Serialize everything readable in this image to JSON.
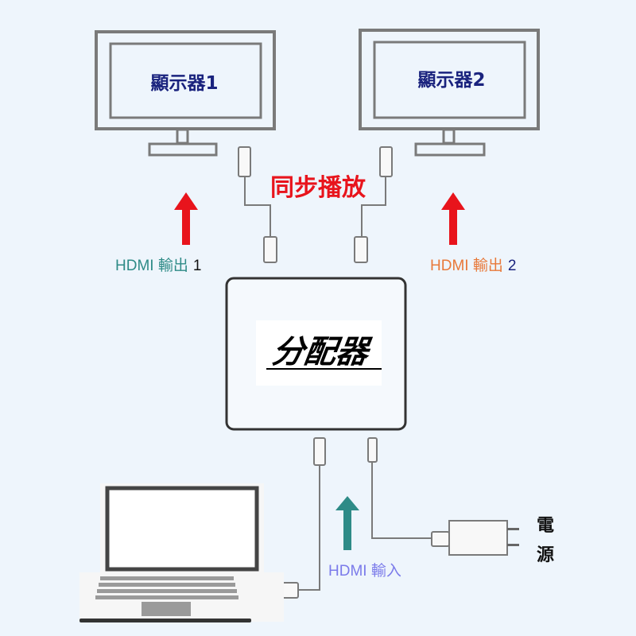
{
  "monitors": [
    {
      "label": "顯示器1"
    },
    {
      "label": "顯示器2"
    }
  ],
  "sync_label": "同步播放",
  "outputs": [
    {
      "text": "HDMI 輸出",
      "num": "1",
      "color": "#2e8b87",
      "num_color": "#111111"
    },
    {
      "text": "HDMI 輸出",
      "num": "2",
      "color": "#e8793a",
      "num_color": "#1a237e"
    }
  ],
  "splitter": {
    "label": "分配器"
  },
  "input_label": "HDMI 輸入",
  "power_label": [
    "電",
    "源"
  ],
  "colors": {
    "background": "#eef5fc",
    "monitor_text": "#1a237e",
    "sync": "#e8141c",
    "output_arrow": "#e8141c",
    "input_arrow": "#2e8b87",
    "input_text": "#7b7bea",
    "device_stroke": "#7a7a7a"
  }
}
